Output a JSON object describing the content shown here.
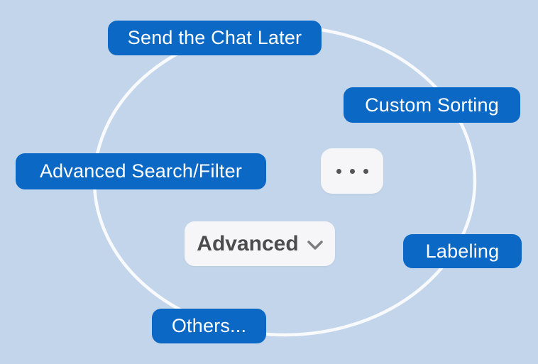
{
  "colors": {
    "background": "#c3d5ea",
    "pill": "#0b68c4",
    "pill_text": "#ffffff",
    "panel": "#f6f6f8",
    "text_dark": "#4c4c4c",
    "dot": "#555555",
    "chevron": "#7d7d7d",
    "ellipse_stroke": "#ffffff"
  },
  "center": {
    "advanced_label": "Advanced",
    "more_icon": "ellipsis-icon"
  },
  "features": [
    {
      "label": "Send the Chat Later"
    },
    {
      "label": "Custom Sorting"
    },
    {
      "label": "Advanced Search/Filter"
    },
    {
      "label": "Labeling"
    },
    {
      "label": "Others..."
    }
  ]
}
